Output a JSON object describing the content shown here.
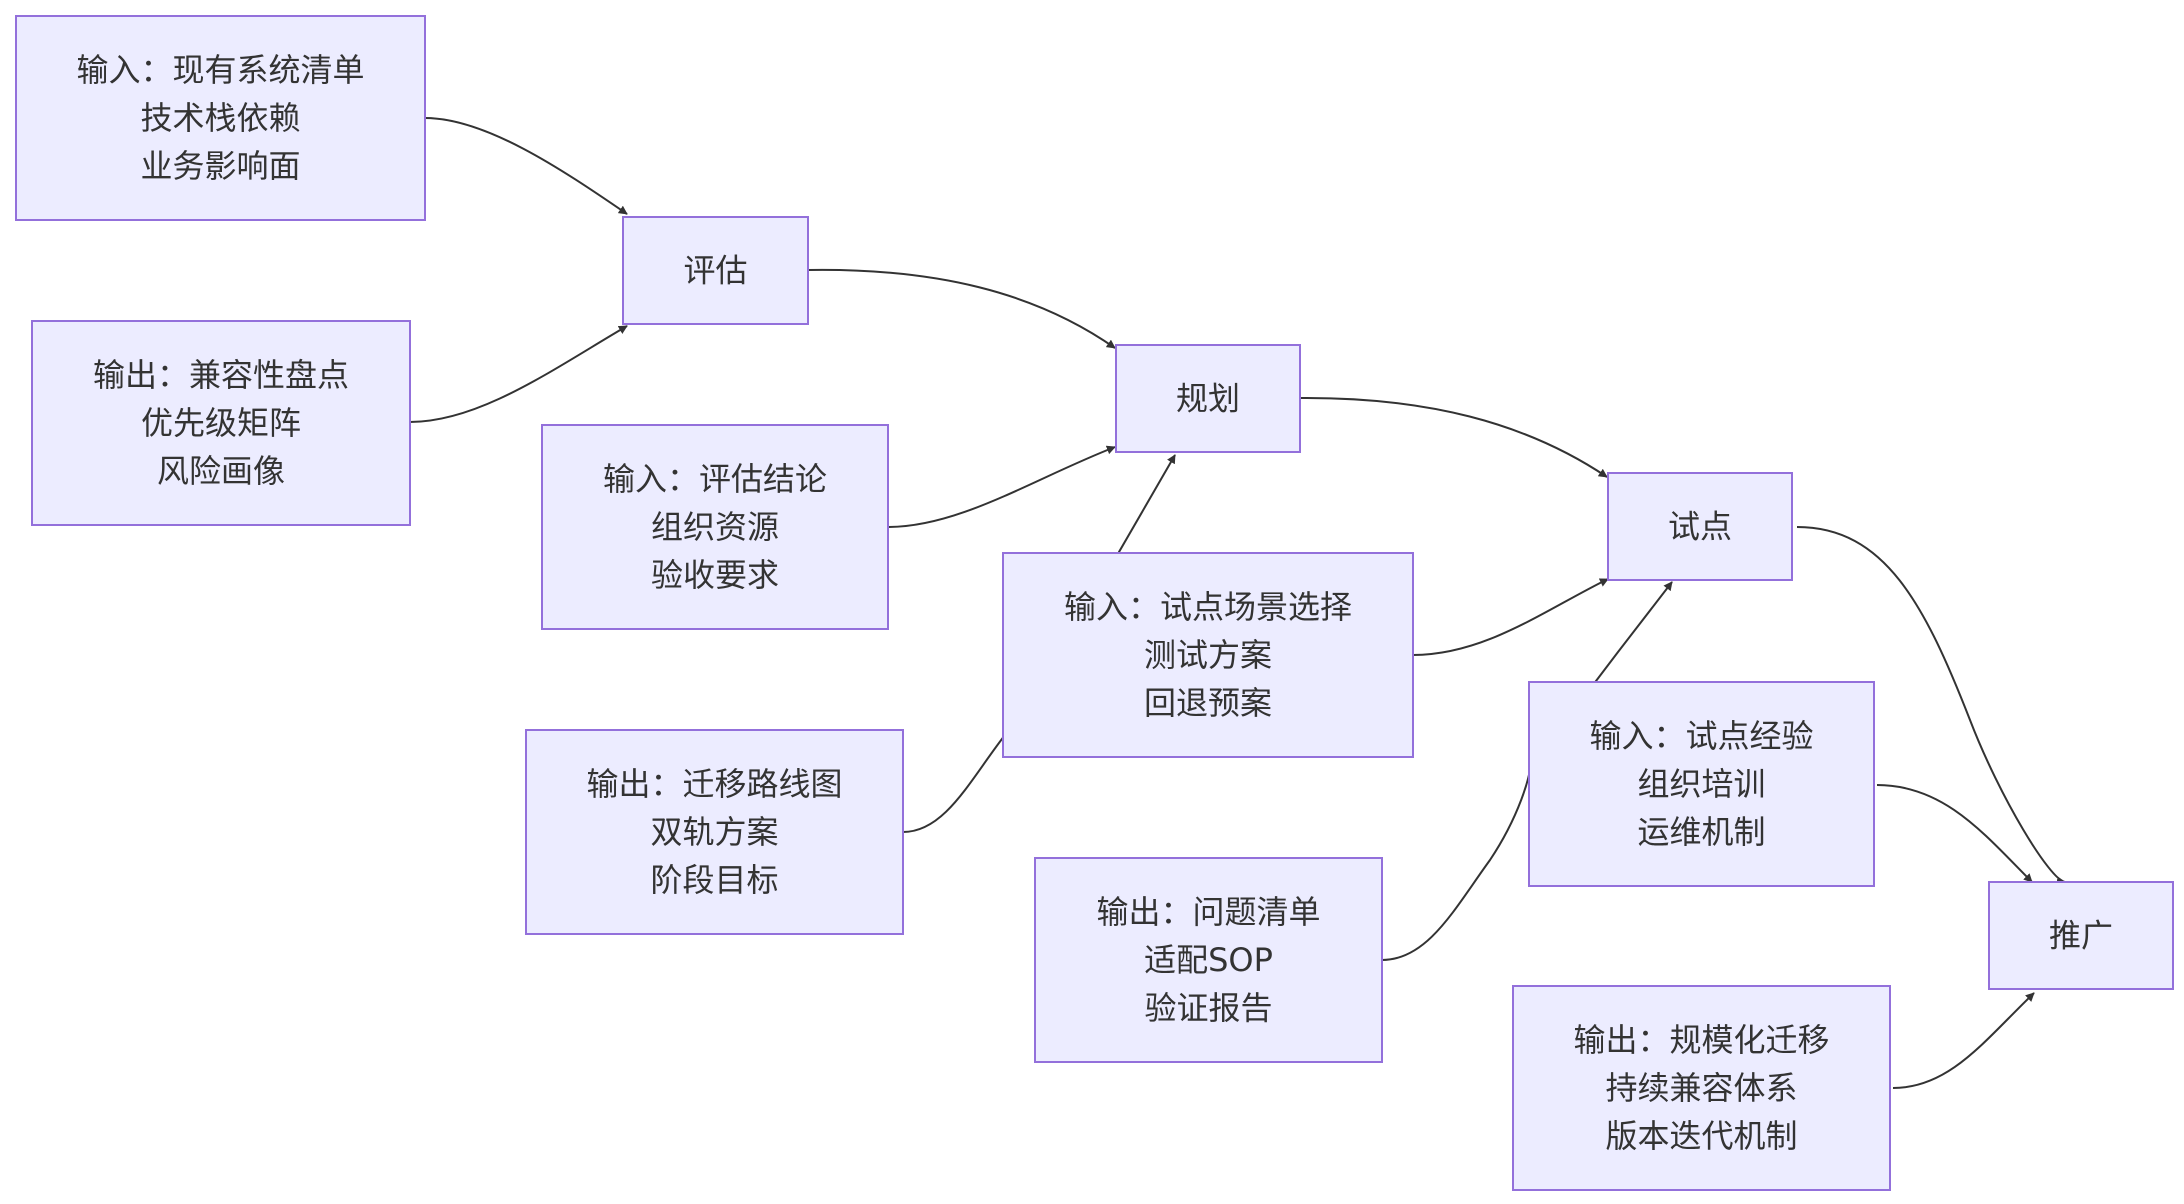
{
  "diagram": {
    "type": "flowchart",
    "stages": {
      "assess": "评估",
      "plan": "规划",
      "pilot": "试点",
      "rollout": "推广"
    },
    "notes": {
      "assess_in": [
        "输入：现有系统清单",
        "技术栈依赖",
        "业务影响面"
      ],
      "assess_out": [
        "输出：兼容性盘点",
        "优先级矩阵",
        "风险画像"
      ],
      "plan_in": [
        "输入：评估结论",
        "组织资源",
        "验收要求"
      ],
      "plan_out": [
        "输出：迁移路线图",
        "双轨方案",
        "阶段目标"
      ],
      "pilot_in": [
        "输入：试点场景选择",
        "测试方案",
        "回退预案"
      ],
      "pilot_out": [
        "输出：问题清单",
        "适配SOP",
        "验证报告"
      ],
      "rollout_in": [
        "输入：试点经验",
        "组织培训",
        "运维机制"
      ],
      "rollout_out": [
        "输出：规模化迁移",
        "持续兼容体系",
        "版本迭代机制"
      ]
    },
    "edges": [
      [
        "assess_in",
        "assess"
      ],
      [
        "assess_out",
        "assess"
      ],
      [
        "assess",
        "plan"
      ],
      [
        "plan_in",
        "plan"
      ],
      [
        "plan_out",
        "plan"
      ],
      [
        "plan",
        "pilot"
      ],
      [
        "pilot_in",
        "pilot"
      ],
      [
        "pilot_out",
        "pilot"
      ],
      [
        "pilot",
        "rollout"
      ],
      [
        "rollout_in",
        "rollout"
      ],
      [
        "rollout_out",
        "rollout"
      ]
    ],
    "colors": {
      "node_fill": "#ececff",
      "node_stroke": "#9370db",
      "edge": "#333333",
      "text": "#333333"
    }
  }
}
